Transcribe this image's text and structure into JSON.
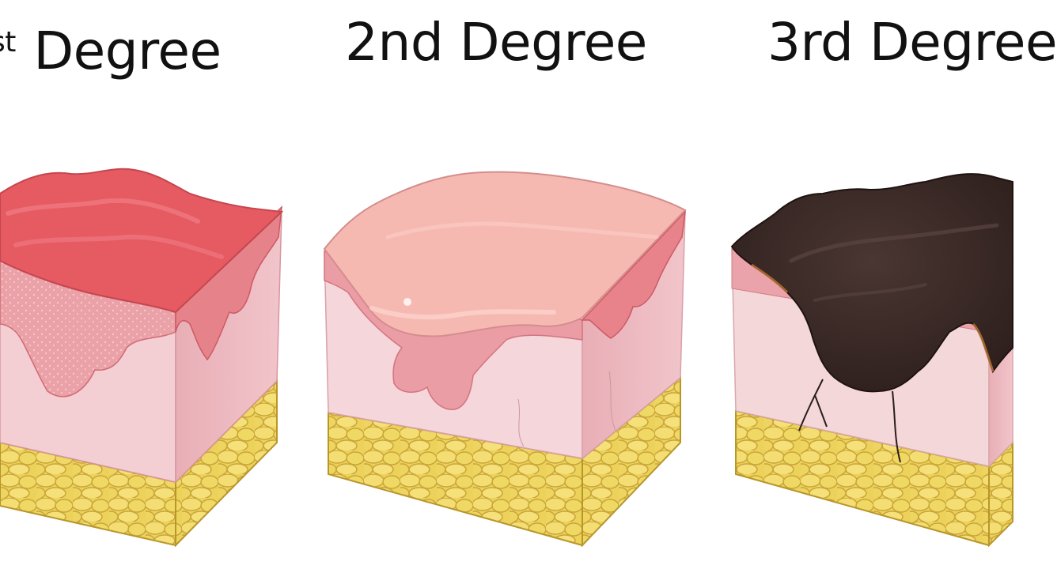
{
  "labels": {
    "first_ordinal_tail": "st",
    "first_word": "Degree",
    "second": "2nd Degree",
    "third": "3rd Degree"
  },
  "colors": {
    "fat": "#ecd25a",
    "fat_line": "#b8962a",
    "dermis": "#f2c9cf",
    "first_degree_red": "#e85a62",
    "second_degree_blister": "#f6b8b2",
    "third_degree_char": "#3b2a26"
  }
}
